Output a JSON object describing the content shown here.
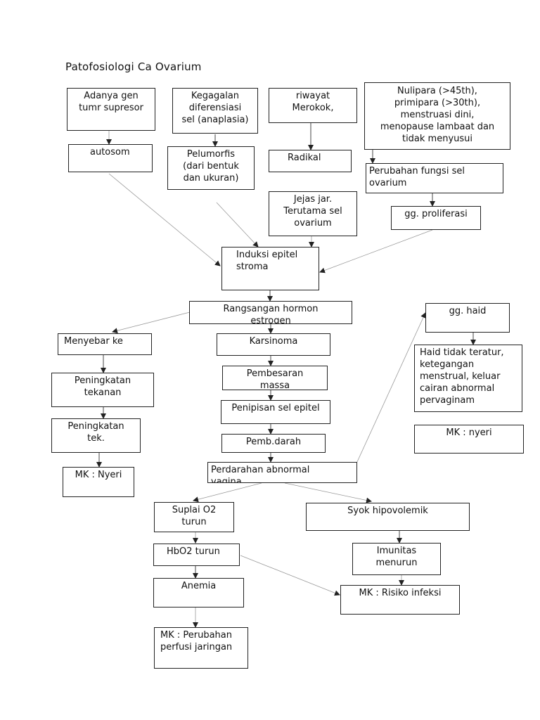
{
  "title": "Patofosiologi Ca Ovarium",
  "nodes": {
    "adanya_gen": "Adanya gen\ntumr supresor",
    "autosom": "autosom",
    "kegagalan": "Kegagalan\ndiferensiasi\nsel (anaplasia)",
    "pelumorfis": "Pelumorfis\n(dari bentuk\ndan ukuran)",
    "riwayat": "riwayat\nMerokok,",
    "radikal": "Radikal",
    "nulipara": "Nulipara (>45th),\nprimipara (>30th),\nmenstruasi dini,\nmenopause lambaat dan\ntidak menyusui",
    "perubahan_fungsi": "Perubahan fungsi sel\novarium",
    "gg_proliferasi": "gg. proliferasi",
    "jejas": "Jejas jar.\nTerutama sel\novarium",
    "induksi": "Induksi epitel\nstroma",
    "rangsangan": "Rangsangan hormon\nestrogen",
    "menyebar": "Menyebar ke",
    "karsinoma": "Karsinoma",
    "peningkatan_tekanan": "Peningkatan\ntekanan",
    "pembesaran": "Pembesaran\nmassa",
    "penipisan": "Penipisan sel epitel",
    "peningkatan_tek": "Peningkatan\ntek.",
    "pemb_darah": "Pemb.darah",
    "mk_nyeri_left": "MK : Nyeri",
    "perdarahan": "Perdarahan abnormal\nvagina",
    "gg_haid": "gg. haid",
    "haid_tidak": "Haid tidak teratur,\nketegangan\nmenstrual, keluar\ncairan abnormal\npervaginam",
    "mk_nyeri_right": "MK : nyeri",
    "suplai": "Suplai O2\nturun",
    "syok": "Syok hipovolemik",
    "hbo2": "HbO2 turun",
    "imunitas": "Imunitas\nmenurun",
    "anemia": "Anemia",
    "mk_risiko": "MK : Risiko infeksi",
    "mk_perubahan": "MK : Perubahan\nperfusi jaringan"
  }
}
